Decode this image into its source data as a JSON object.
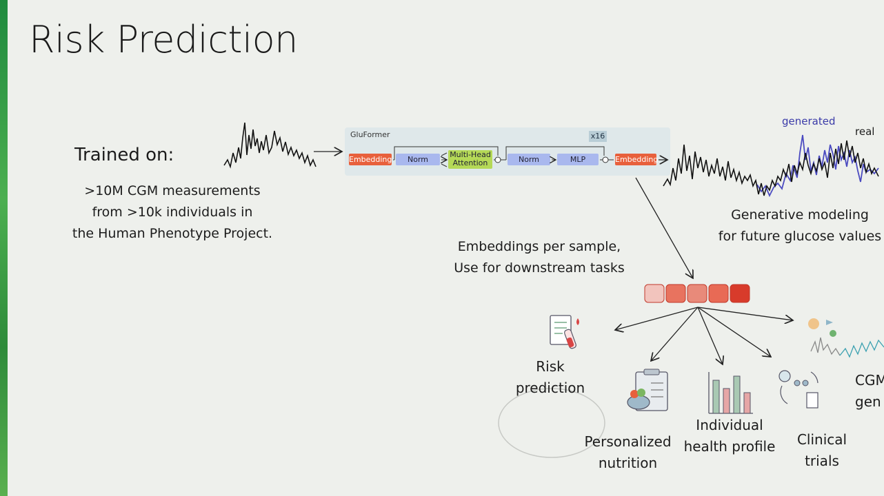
{
  "slide": {
    "title": "Risk Prediction",
    "trained_title": "Trained on:",
    "trained_desc": [
      ">10M CGM measurements",
      "from >10k individuals in",
      "the Human Phenotype Project."
    ]
  },
  "architecture": {
    "name": "GluFormer",
    "repeat": "x16",
    "blocks": {
      "embedding_in": "Embedding",
      "norm1": "Norm",
      "attention_line1": "Multi-Head",
      "attention_line2": "Attention",
      "norm2": "Norm",
      "mlp": "MLP",
      "embedding_out": "Embedding"
    },
    "colors": {
      "embedding": "#e8603c",
      "norm": "#a9b8ee",
      "attention": "#b5d957",
      "panel": "#dfe8ea"
    }
  },
  "generative": {
    "legend_generated": "generated",
    "legend_real": "real",
    "caption": [
      "Generative modeling",
      "for future glucose values"
    ],
    "colors": {
      "generated": "#4a4ac0",
      "real": "#111111"
    }
  },
  "embeddings": {
    "caption": [
      "Embeddings per sample,",
      "Use for downstream tasks"
    ],
    "cell_colors": [
      "#f2c4bd",
      "#e8735f",
      "#e88a7a",
      "#e86a55",
      "#d83b2b"
    ]
  },
  "tasks": [
    {
      "label": [
        "Risk",
        "prediction"
      ],
      "icon": "clipboard-test-tube-icon"
    },
    {
      "label": [
        "Personalized",
        "nutrition"
      ],
      "icon": "nutrition-clipboard-icon"
    },
    {
      "label": [
        "Individual",
        "health profile"
      ],
      "icon": "bar-chart-icon"
    },
    {
      "label": [
        "Clinical",
        "trials"
      ],
      "icon": "clinical-trials-icon"
    },
    {
      "label": [
        "CGM",
        "gen"
      ],
      "icon": "cgm-generation-icon"
    }
  ]
}
